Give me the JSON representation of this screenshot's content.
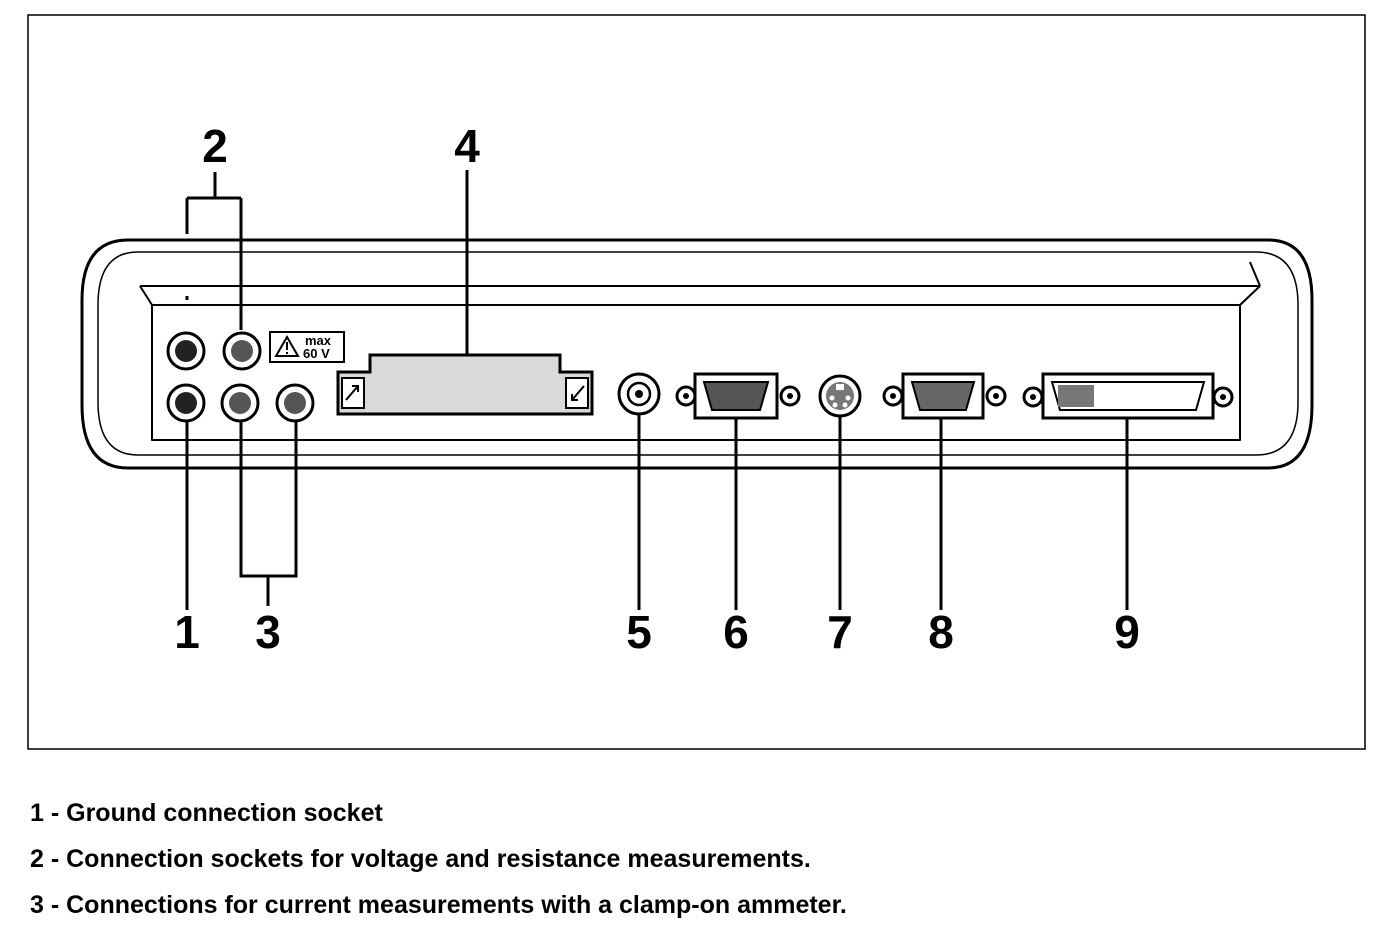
{
  "figure": {
    "callouts": [
      "1",
      "2",
      "3",
      "4",
      "5",
      "6",
      "7",
      "8",
      "9"
    ],
    "warning_label": {
      "line1": "max",
      "line2": "60 V"
    }
  },
  "legend": {
    "items": [
      "1 - Ground connection socket",
      "2 - Connection sockets for voltage and resistance measurements.",
      "3 - Connections for current measurements with a clamp-on ammeter."
    ]
  },
  "colors": {
    "ink": "#000000",
    "paper": "#ffffff",
    "card_fill": "#d9d9d9"
  }
}
